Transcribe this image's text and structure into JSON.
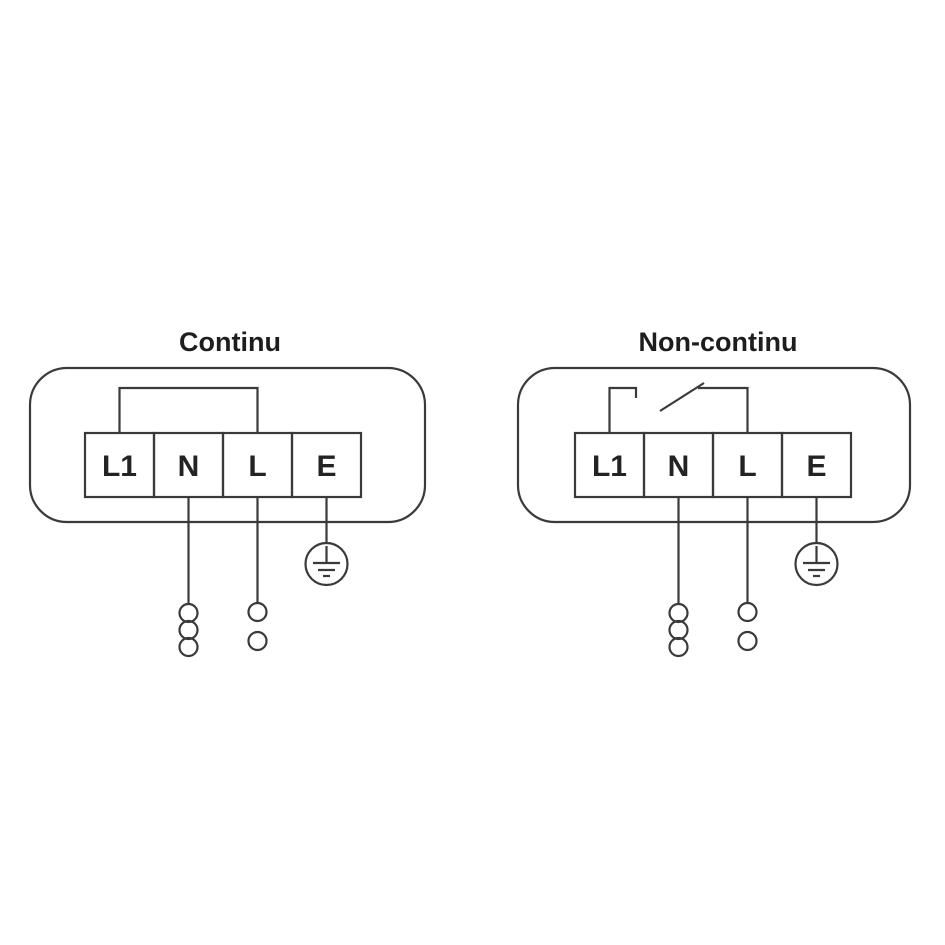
{
  "diagram": {
    "line_color": "#3a3a3a",
    "text_color": "#232323",
    "panels": [
      {
        "title": "Continu",
        "terminals": [
          "L1",
          "N",
          "L",
          "E"
        ],
        "bridge_state": "closed"
      },
      {
        "title": "Non-continu",
        "terminals": [
          "L1",
          "N",
          "L",
          "E"
        ],
        "bridge_state": "open-switch"
      }
    ]
  }
}
